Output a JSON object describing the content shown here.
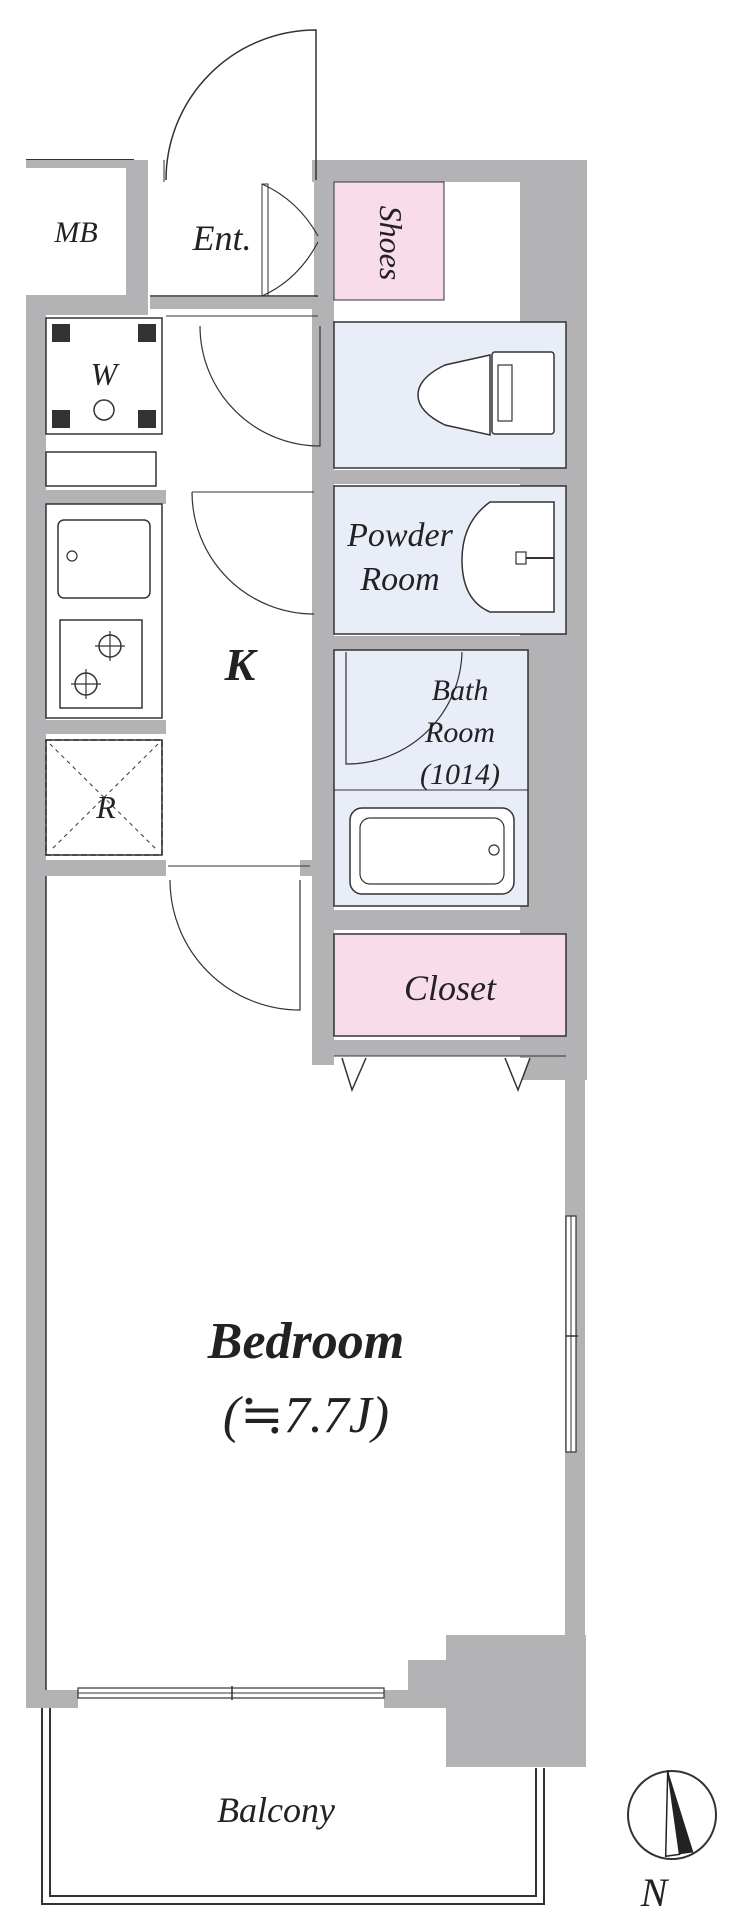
{
  "rooms": {
    "mb": "MB",
    "entrance": "Ent.",
    "shoes": "Shoes",
    "washer": "W",
    "kitchen": "K",
    "fridge": "R",
    "powder_room_line1": "Powder",
    "powder_room_line2": "Room",
    "bath_room_line1": "Bath",
    "bath_room_line2": "Room",
    "bath_room_size": "(1014)",
    "closet": "Closet",
    "bedroom": "Bedroom",
    "bedroom_size": "(≒7.7J)",
    "balcony": "Balcony",
    "north": "N"
  },
  "colors": {
    "wall": "#b3b3b5",
    "wet_area": "#e8edf8",
    "storage": "#f8dcea",
    "line": "#333333"
  },
  "icons": [
    "toilet-icon",
    "sink-icon",
    "bathtub-icon",
    "stove-burner-icon",
    "north-arrow-icon"
  ]
}
